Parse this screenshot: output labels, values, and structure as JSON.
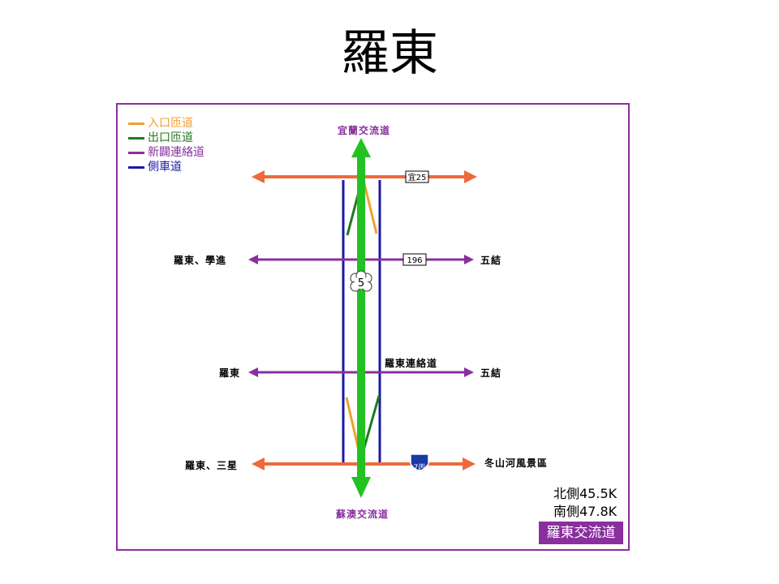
{
  "title": "羅東",
  "legend": [
    {
      "label": "入口匝道",
      "color": "#f0a030"
    },
    {
      "label": "出口匝道",
      "color": "#1f7a1f"
    },
    {
      "label": "新闢連絡道",
      "color": "#8a2f9e"
    },
    {
      "label": "側車道",
      "color": "#1a1aa6"
    }
  ],
  "north_ic": "宜蘭交流道",
  "south_ic": "蘇澳交流道",
  "freeway_shield": "5",
  "crossroads": [
    {
      "left": "",
      "right": "",
      "shield": "宜25"
    },
    {
      "left": "羅東、學進",
      "right": "五結",
      "shield": "196"
    },
    {
      "left": "羅東",
      "right": "五結",
      "label": "羅東連絡道"
    },
    {
      "left": "羅東、三星",
      "right": "冬山河風景區",
      "shield": "7丙"
    }
  ],
  "mileage": {
    "north": "北側45.5K",
    "south": "南側47.8K"
  },
  "ic_name": "羅東交流道",
  "colors": {
    "frame": "#8a2f9e",
    "freeway": "#22c222",
    "road": "#ee6a3a",
    "connector": "#8a2f9e",
    "side": "#1a1aa6"
  }
}
